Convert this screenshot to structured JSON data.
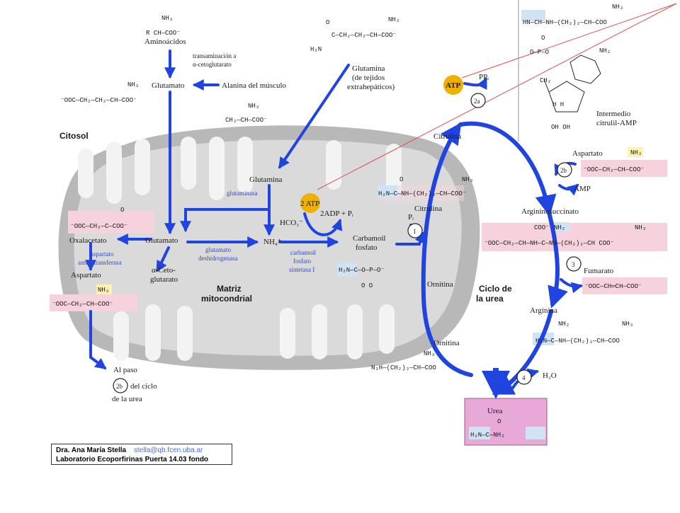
{
  "labels": {
    "aminoacidos": "Aminoácidos",
    "transaminacion": "transaminación a",
    "cetoglutarato": "α-cetoglutarato",
    "glutamato_top": "Glutamato",
    "alanina": "Alanina del músculo",
    "glutamina_top1": "Glutamina",
    "glutamina_top2": "(de tejidos",
    "glutamina_top3": "extrahepáticos)",
    "citosol": "Citosol",
    "glutamina_mid": "Glutamina",
    "glutaminasa": "glutaminasa",
    "oxalacetato": "Oxalacetato",
    "glutamato_mid": "Glutamato",
    "aspartato_amino1": "aspartato",
    "aspartato_amino2": "aminotransferasa",
    "aspartato_left": "Aspartato",
    "alfa_ceto1": "α-Ceto-",
    "alfa_ceto2": "glutarato",
    "glut_deh1": "glutamato",
    "glut_deh2": "deshidrogenasa",
    "matriz1": "Matriz",
    "matriz2": "mitocondrial",
    "nh4": "NH₄⁺",
    "carb_sint1": "carbamoil",
    "carb_sint2": "fosfato",
    "carb_sint3": "sintetasa I",
    "atp2": "2 ATP",
    "hco3": "HCO₃⁻",
    "adp": "2ADP + Pᵢ",
    "carbamoil1": "Carbamoil",
    "carbamoil2": "fosfato",
    "pi": "Pᵢ",
    "citrulina_in": "Citrulina",
    "citrulina_top": "Citrulina",
    "ornitina_in": "Ornitina",
    "ornitina_bot": "Ornitina",
    "ciclo1": "Ciclo de",
    "ciclo2": "la urea",
    "atp": "ATP",
    "ppi": "PPᵢ",
    "step_2a": "2a",
    "step_2b": "2b",
    "step_1": "1",
    "step_3": "3",
    "step_4": "4",
    "aspartato_right": "Aspartato",
    "amp": "AMP",
    "argininosuccinato": "Argininosuccinato",
    "fumarato": "Fumarato",
    "arginina": "Arginina",
    "h2o": "H₂O",
    "urea": "Urea",
    "intermedio1": "Intermedio",
    "intermedio2": "citrulil-AMP",
    "alpaso1": "Al paso",
    "alpaso2": "del ciclo",
    "alpaso3": "de la urea"
  },
  "formulas": {
    "aa_nh3": "NH₃",
    "aa_chain": "R   CH—COO⁻",
    "glu_nh3": "NH₃",
    "glu_chain": "⁻OOC—CH₂—CH₂—CH—COO⁻",
    "ala_nh3": "NH₃",
    "ala_chain": "CH₃—CH—COO⁻",
    "gln_o": "O",
    "gln_nh3": "NH₃",
    "gln_chain": "C—CH₂—CH₂—CH—COO⁻",
    "gln_h2n": "H₂N",
    "oxa_o": "O",
    "oxa_chain": "⁻OOC—CH₂—C—COO⁻",
    "asp_nh3": "NH₃",
    "asp_chain": "⁻OOC—CH₂—CH—COO⁻",
    "cit_o": "O",
    "cit_nh3": "NH₃",
    "cit_chain": "H₂N—C—NH—(CH₂)₃—CH—COO⁻",
    "cp_chain": "H₂N—C—O—P—O⁻",
    "cp_o": "O   O",
    "orn_nh3": "NH₃",
    "orn_chain": "N₃H—(CH₂)₃—CH—COO",
    "aspr_nh3": "NH₃",
    "aspr_chain": "⁻OOC—CH₂—CH—COO⁻",
    "as_coo": "COO⁻",
    "as_nh2": "NH₂",
    "as_nh3": "NH₃",
    "as_chain": "⁻OOC—CH₂—CH—NH—C—NH—(CH₂)₃—CH  COO⁻",
    "fum_chain": "⁻OOC—CH═CH—COO⁻",
    "arg_nh2": "NH₂",
    "arg_nh3": "NH₃",
    "arg_chain": "H₂N—C—NH—(CH₂)₃—CH—COO",
    "urea_o": "O",
    "urea_chain": "H₂N—C—NH₂",
    "int_nh3": "NH₃",
    "int_chain": "HN—CH—NH—(CH₂)₃—CH—COO",
    "int_o": "O",
    "int_p": "O—P—O",
    "int_ch2": "CH₂",
    "int_nh2": "NH₂",
    "int_h": "H       H",
    "int_oh": "OH   OH"
  },
  "credit": {
    "author": "Dra. Ana María Stella",
    "email": "stella@qb.fcen.uba.ar",
    "lab": "Laboratorio Ecoporfirinas Puerta 14.03 fondo"
  },
  "colors": {
    "arrow": "#1f44e0",
    "mito_outer": "#b8b8b8",
    "mito_inner": "#dadada",
    "atp": "#f0b000",
    "urea_box": "#e9a9d8",
    "pink_box": "#f6d3dc",
    "blue_box": "#cfe3f5"
  }
}
